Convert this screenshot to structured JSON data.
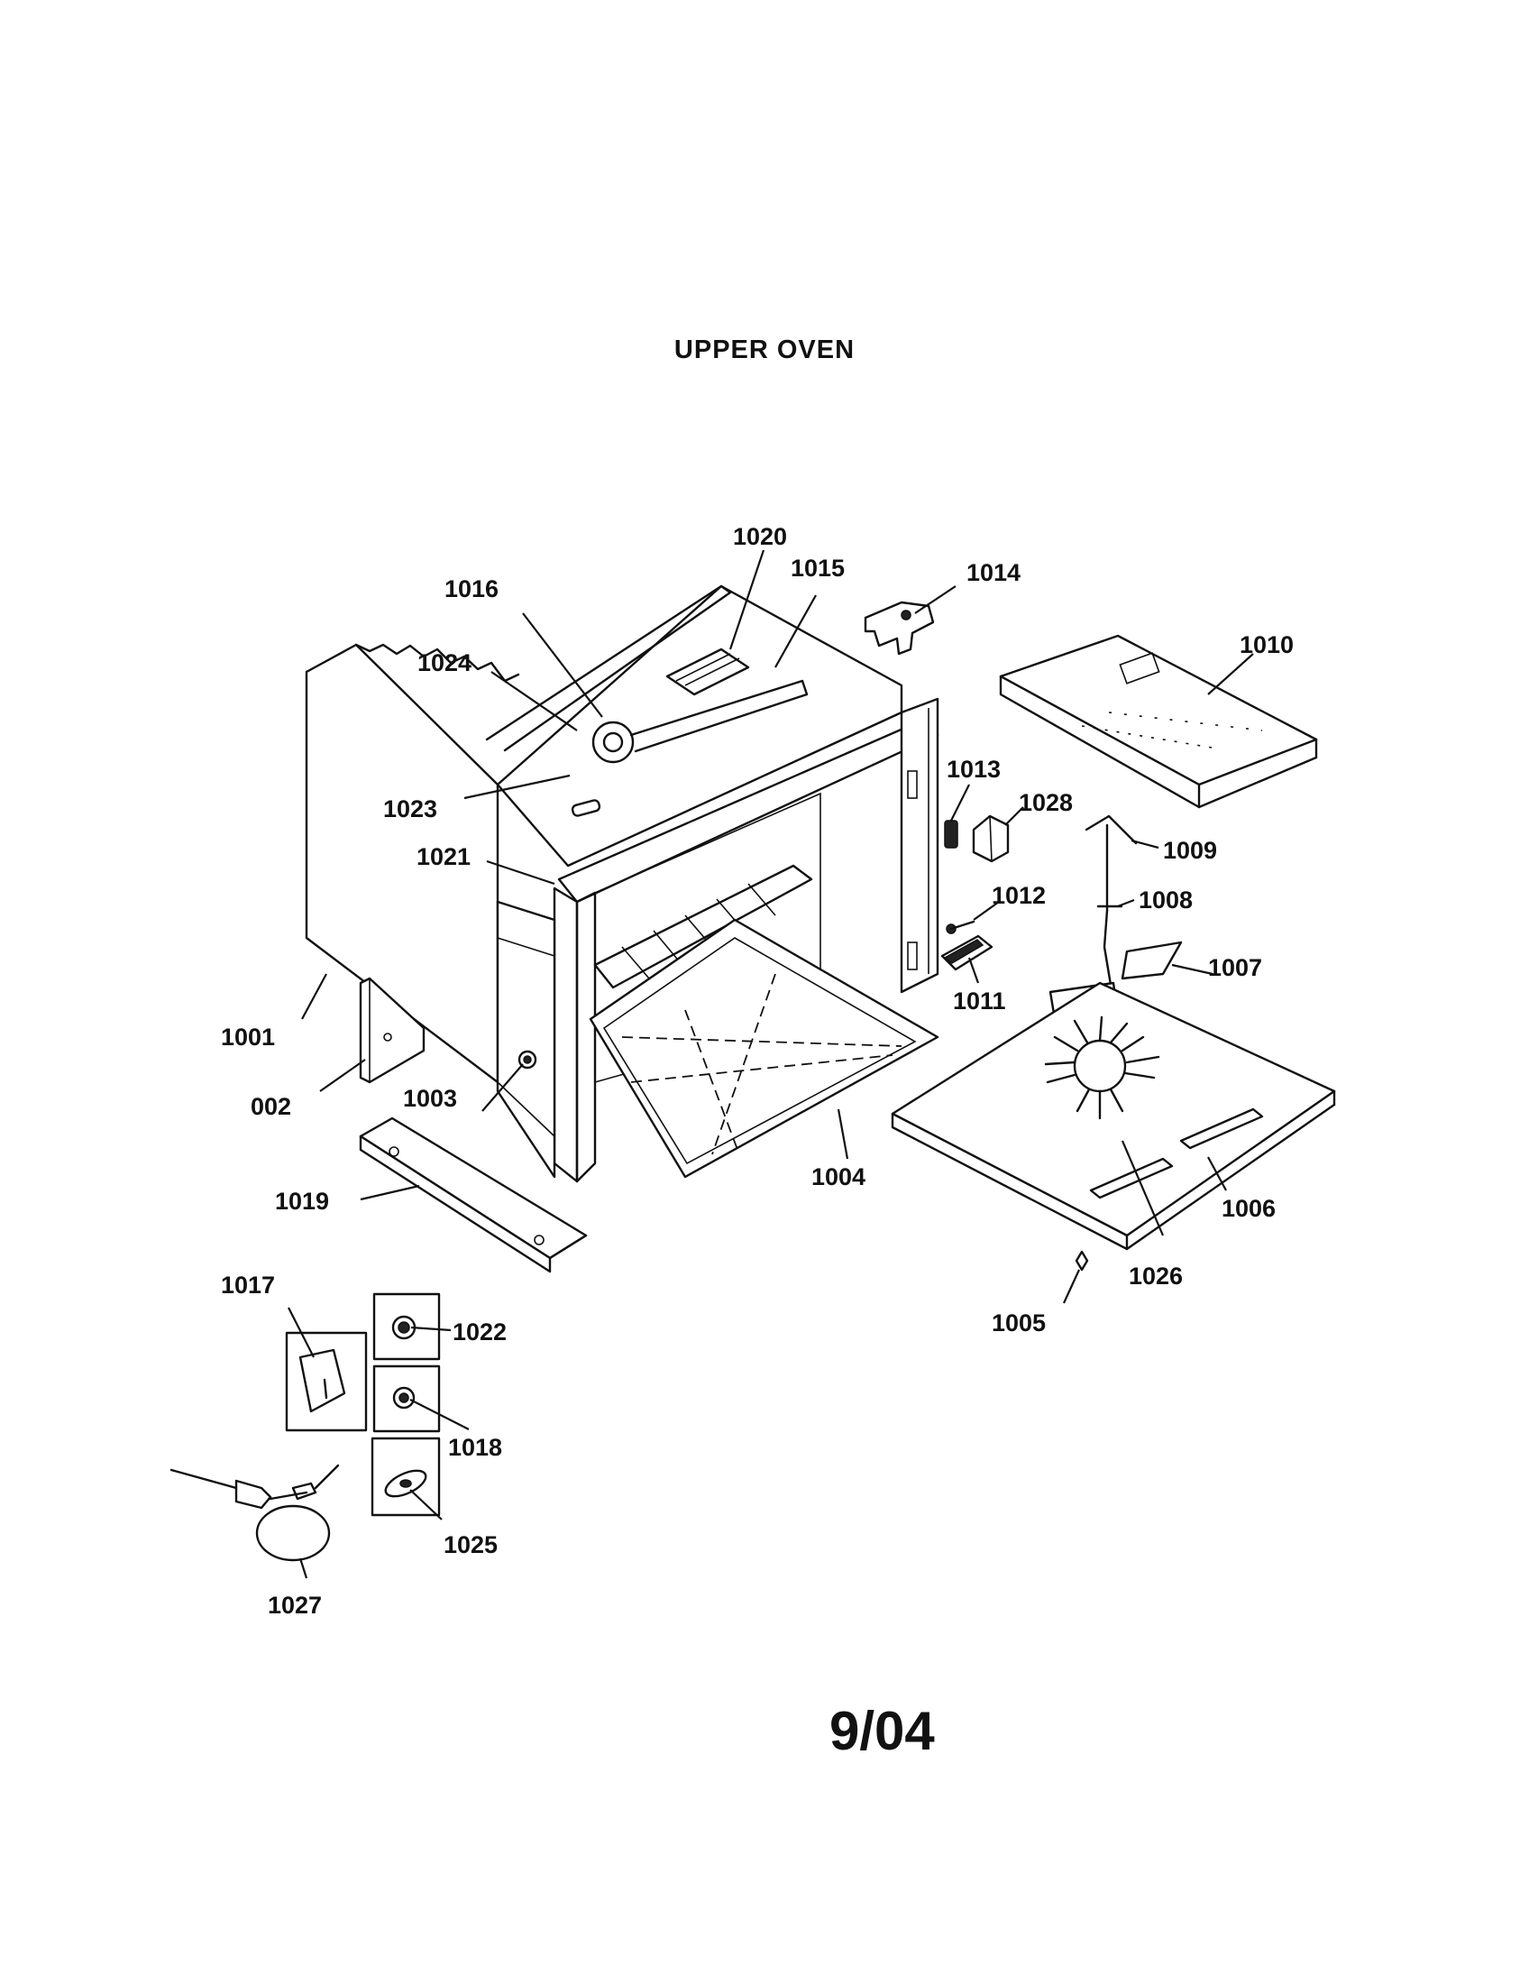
{
  "title": "UPPER OVEN",
  "date": "9/04",
  "part_labels": {
    "p1001": "1001",
    "p002": "002",
    "p1003": "1003",
    "p1004": "1004",
    "p1005": "1005",
    "p1006": "1006",
    "p1007": "1007",
    "p1008": "1008",
    "p1009": "1009",
    "p1010": "1010",
    "p1011": "1011",
    "p1012": "1012",
    "p1013": "1013",
    "p1014": "1014",
    "p1015": "1015",
    "p1016": "1016",
    "p1017": "1017",
    "p1018": "1018",
    "p1019": "1019",
    "p1020": "1020",
    "p1021": "1021",
    "p1022": "1022",
    "p1023": "1023",
    "p1024": "1024",
    "p1025": "1025",
    "p1026": "1026",
    "p1027": "1027",
    "p1028": "1028"
  }
}
